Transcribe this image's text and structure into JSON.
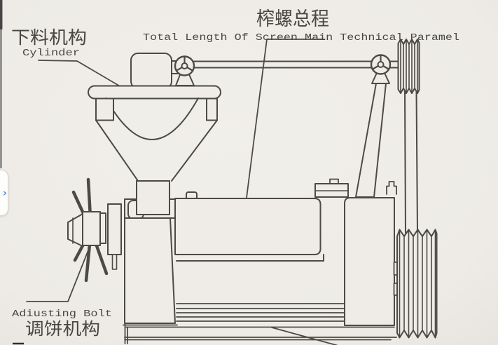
{
  "colors": {
    "paper": "#efece8",
    "ink": "#4a4641",
    "line": "#4b4a45",
    "chevron_blue": "#4a90e2"
  },
  "labels": {
    "title_cn": "榨螺总程",
    "title_en": "Total Length Of Screen Main Technical Paramel",
    "feed_cn": "下料机构",
    "feed_en": "Cylinder",
    "adjust_en": "Adiusting Bolt",
    "adjust_cn": "调饼机构"
  },
  "side_flap": {
    "chevron_icon": "›"
  }
}
